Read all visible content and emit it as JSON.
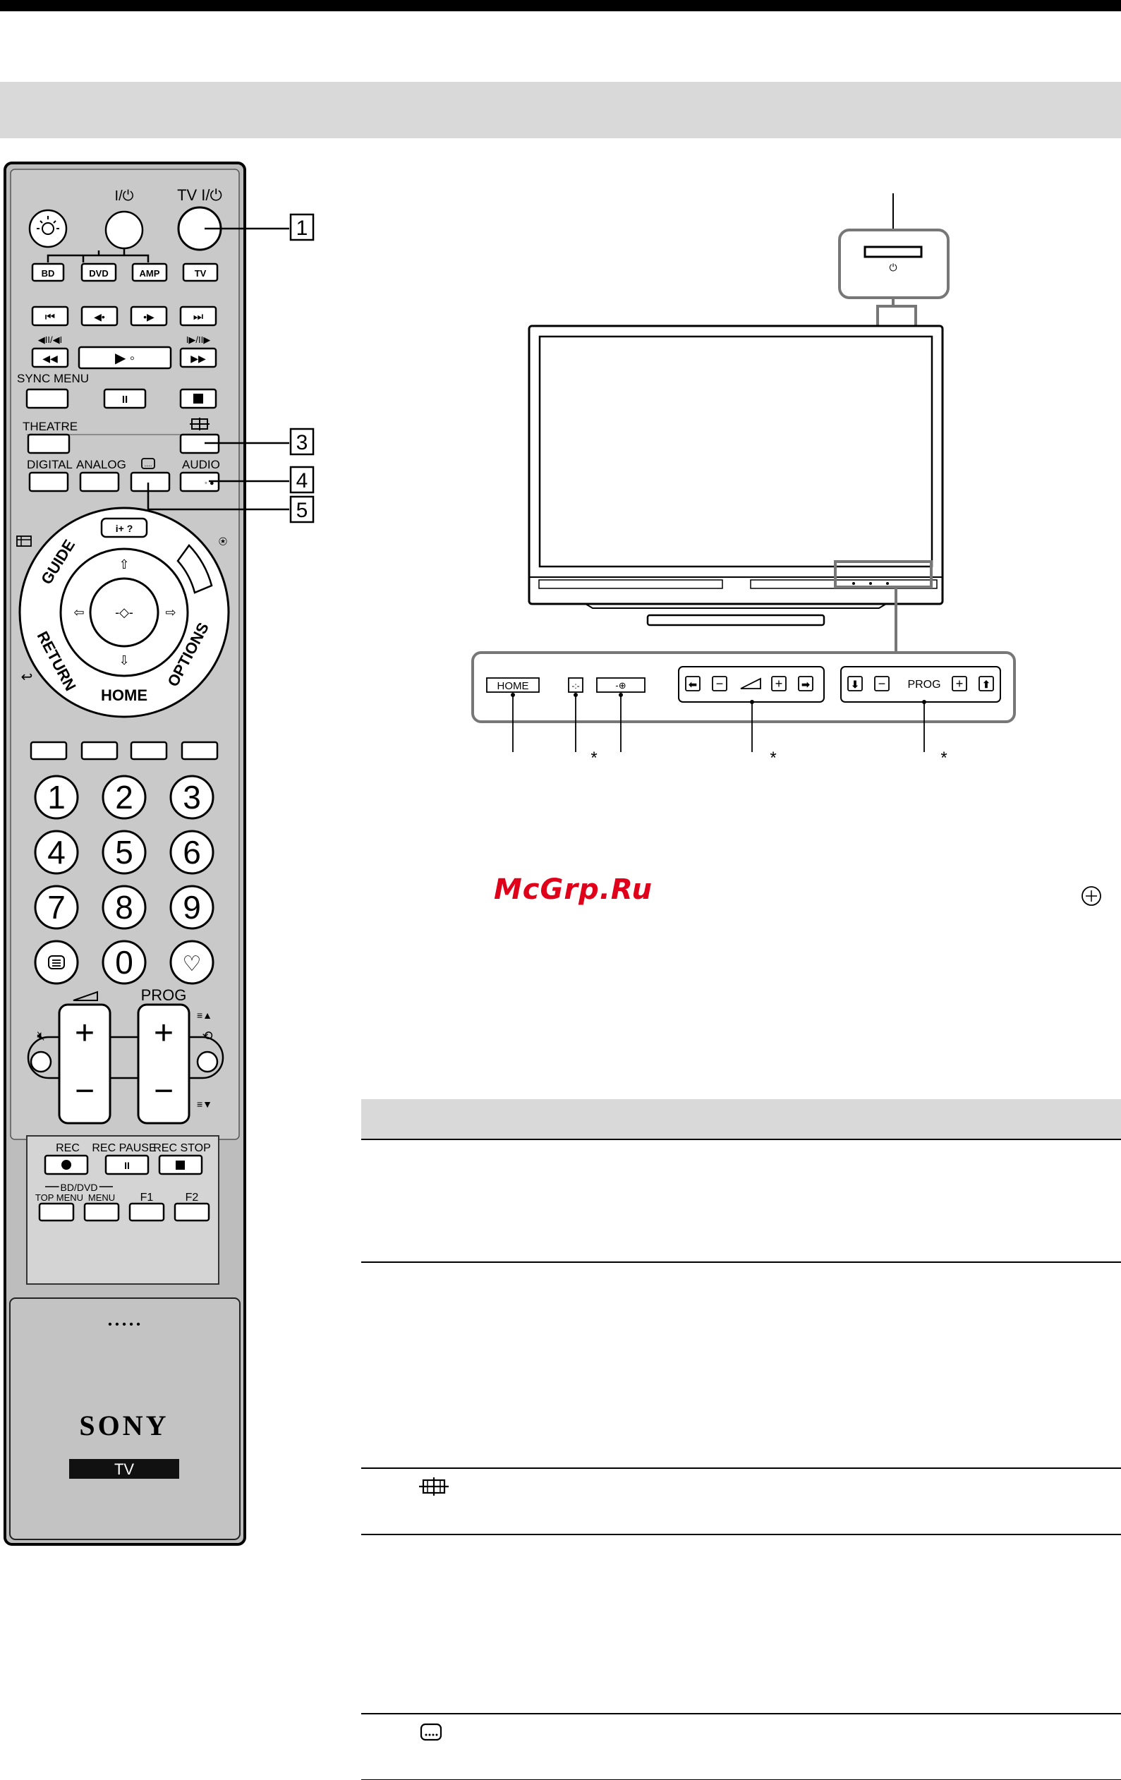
{
  "remote": {
    "power_label": "I/⏻",
    "tv_power_label": "TV I/⏻",
    "source_buttons": [
      "BD",
      "DVD",
      "AMP",
      "TV"
    ],
    "sync_menu_label": "SYNC MENU",
    "theatre_label": "THEATRE",
    "digital_label": "DIGITAL",
    "analog_label": "ANALOG",
    "audio_label": "AUDIO",
    "guide_label": "GUIDE",
    "return_label": "RETURN",
    "home_label": "HOME",
    "options_label": "OPTIONS",
    "digits": [
      "1",
      "2",
      "3",
      "4",
      "5",
      "6",
      "7",
      "8",
      "9",
      "0"
    ],
    "prog_label": "PROG",
    "plus": "+",
    "minus": "−",
    "rec_label": "REC",
    "rec_pause_label": "REC PAUSE",
    "rec_stop_label": "REC STOP",
    "bd_dvd_label": "BD/DVD",
    "top_menu_label": "TOP MENU",
    "menu_label": "MENU",
    "f1_label": "F1",
    "f2_label": "F2",
    "brand": "SONY",
    "model": "TV",
    "dots": "• • • • •"
  },
  "callouts": [
    "1",
    "3",
    "4",
    "5"
  ],
  "tv_panel": {
    "home_label": "HOME",
    "prog_label": "PROG",
    "asterisk": "*"
  },
  "watermark": "McGrp.Ru",
  "colors": {
    "remote_body": "#c8c8c8",
    "header_band": "#d9d9d9",
    "watermark": "#e0001a"
  }
}
